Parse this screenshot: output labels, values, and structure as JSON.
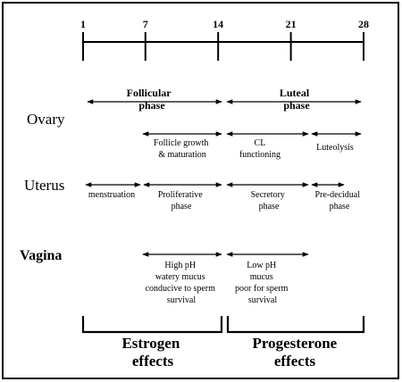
{
  "timeline": {
    "ticks": [
      {
        "day": 1,
        "label": "1"
      },
      {
        "day": 7,
        "label": "7"
      },
      {
        "day": 14,
        "label": "14"
      },
      {
        "day": 21,
        "label": "21"
      },
      {
        "day": 28,
        "label": "28"
      }
    ]
  },
  "organs": {
    "ovary": "Ovary",
    "uterus": "Uterus",
    "vagina": "Vagina"
  },
  "ovary": {
    "follicular_phase": [
      "Follicular",
      "phase"
    ],
    "luteal_phase": [
      "Luteal",
      "phase"
    ],
    "follicle_growth": [
      "Follicle growth",
      "& maturation"
    ],
    "cl_functioning": [
      "CL",
      "functioning"
    ],
    "luteolysis": [
      "Luteolysis"
    ]
  },
  "uterus": {
    "menstruation": [
      "menstruation"
    ],
    "proliferative": [
      "Proliferative",
      "phase"
    ],
    "secretory": [
      "Secretory",
      "phase"
    ],
    "pre_decidual": [
      "Pre-decidual",
      "phase"
    ]
  },
  "vagina": {
    "estrogen_state": [
      "High  pH",
      "watery mucus",
      "conducive to sperm",
      "survival"
    ],
    "progesterone_state": [
      "Low pH",
      "mucus",
      "poor for sperm",
      "survival"
    ]
  },
  "effects": {
    "estrogen": [
      "Estrogen",
      "effects"
    ],
    "progesterone": [
      "Progesterone",
      "effects"
    ]
  }
}
